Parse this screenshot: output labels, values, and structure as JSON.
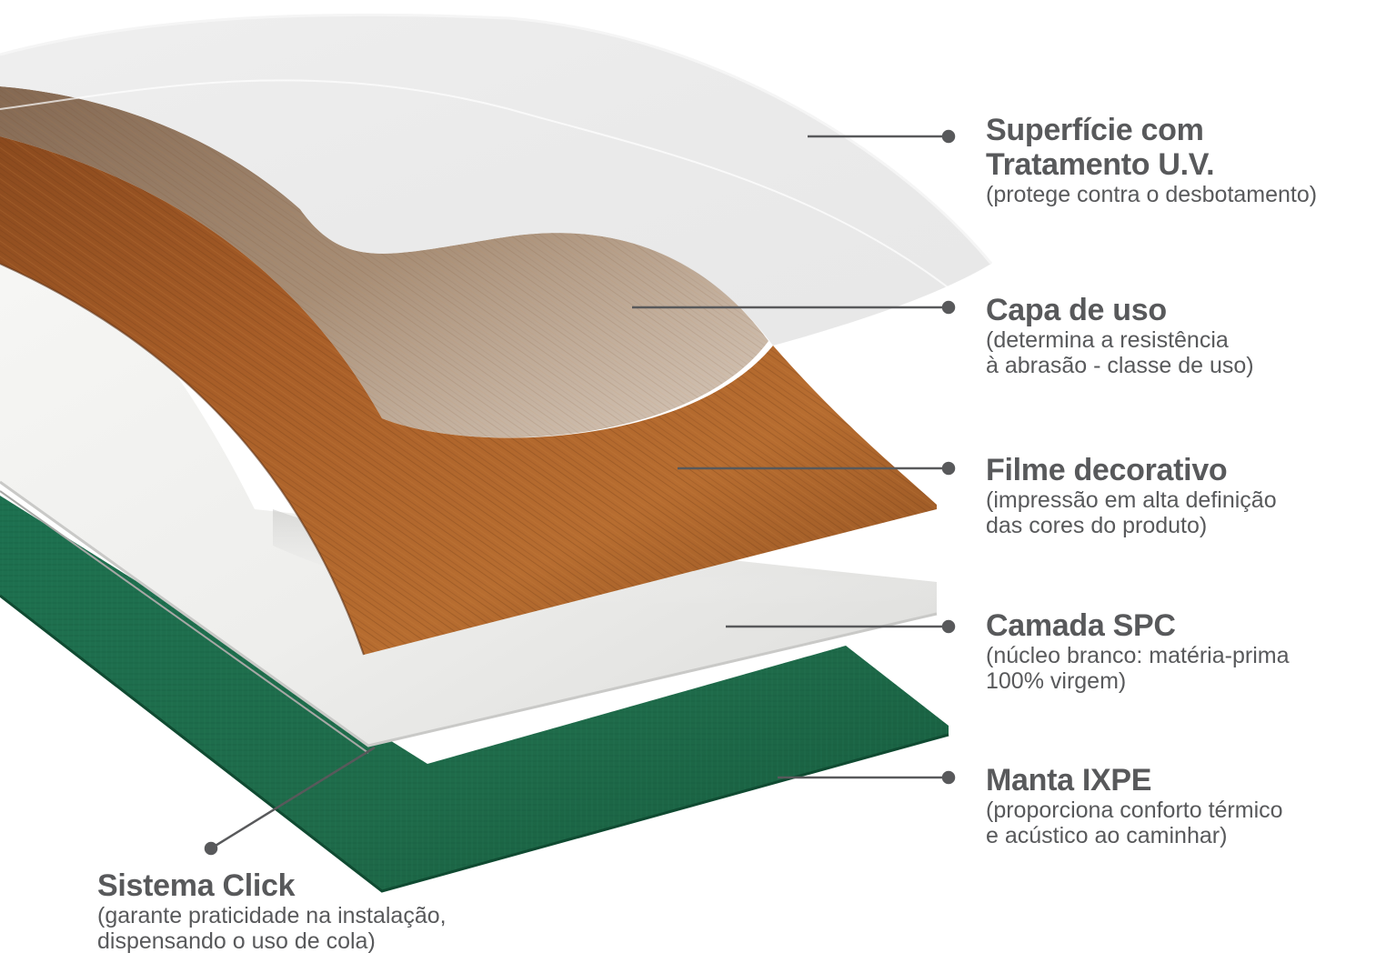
{
  "colors": {
    "text": "#58595b",
    "leader_line": "#58595b",
    "uv_layer": "#e6e6e6",
    "wear_layer": "#7a5a3c",
    "decor_film": "#b0672d",
    "spc_core": "#f2f2f0",
    "ixpe_underlay": "#1f6b4a"
  },
  "layers": [
    {
      "id": "uv",
      "title": "Superfície com",
      "title_line2": "Tratamento U.V.",
      "description": "(protege contra o desbotamento)",
      "icon": "leader-dot"
    },
    {
      "id": "wear",
      "title": "Capa de uso",
      "description_line1": "(determina a resistência",
      "description_line2": "à abrasão - classe de uso)",
      "icon": "leader-dot"
    },
    {
      "id": "decor",
      "title": "Filme decorativo",
      "description_line1": "(impressão em alta definição",
      "description_line2": "das cores do produto)",
      "icon": "leader-dot"
    },
    {
      "id": "spc",
      "title": "Camada SPC",
      "description_line1": "(núcleo branco: matéria-prima",
      "description_line2": "100% virgem)",
      "icon": "leader-dot"
    },
    {
      "id": "ixpe",
      "title": "Manta IXPE",
      "description_line1": "(proporciona conforto térmico",
      "description_line2": "e acústico ao caminhar)",
      "icon": "leader-dot"
    }
  ],
  "click_system": {
    "title": "Sistema Click",
    "description_line1": "(garante praticidade na instalação,",
    "description_line2": "dispensando o uso de cola)",
    "icon": "leader-dot"
  }
}
